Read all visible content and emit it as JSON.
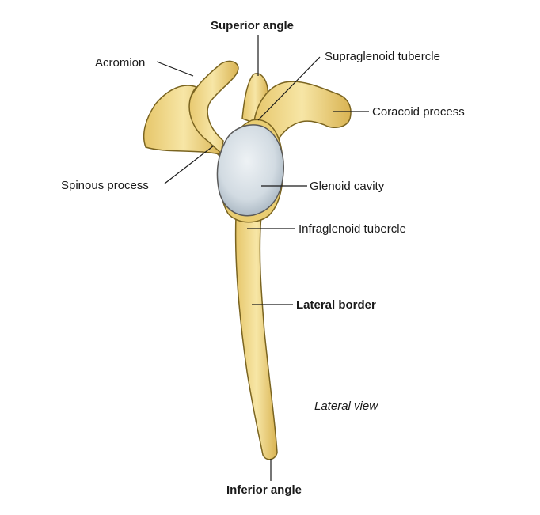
{
  "labels": {
    "superior_angle": "Superior angle",
    "acromion": "Acromion",
    "supraglenoid_tubercle": "Supraglenoid tubercle",
    "coracoid_process": "Coracoid process",
    "spinous_process": "Spinous process",
    "glenoid_cavity": "Glenoid cavity",
    "infraglenoid_tubercle": "Infraglenoid tubercle",
    "lateral_border": "Lateral border",
    "lateral_view": "Lateral view",
    "inferior_angle": "Inferior angle"
  },
  "colors": {
    "bone_fill": "#f0d98a",
    "bone_shade": "#d8b454",
    "bone_outline": "#7a6420",
    "glenoid_fill": "#d2dbe2",
    "leader_line": "#1a1a1a"
  }
}
